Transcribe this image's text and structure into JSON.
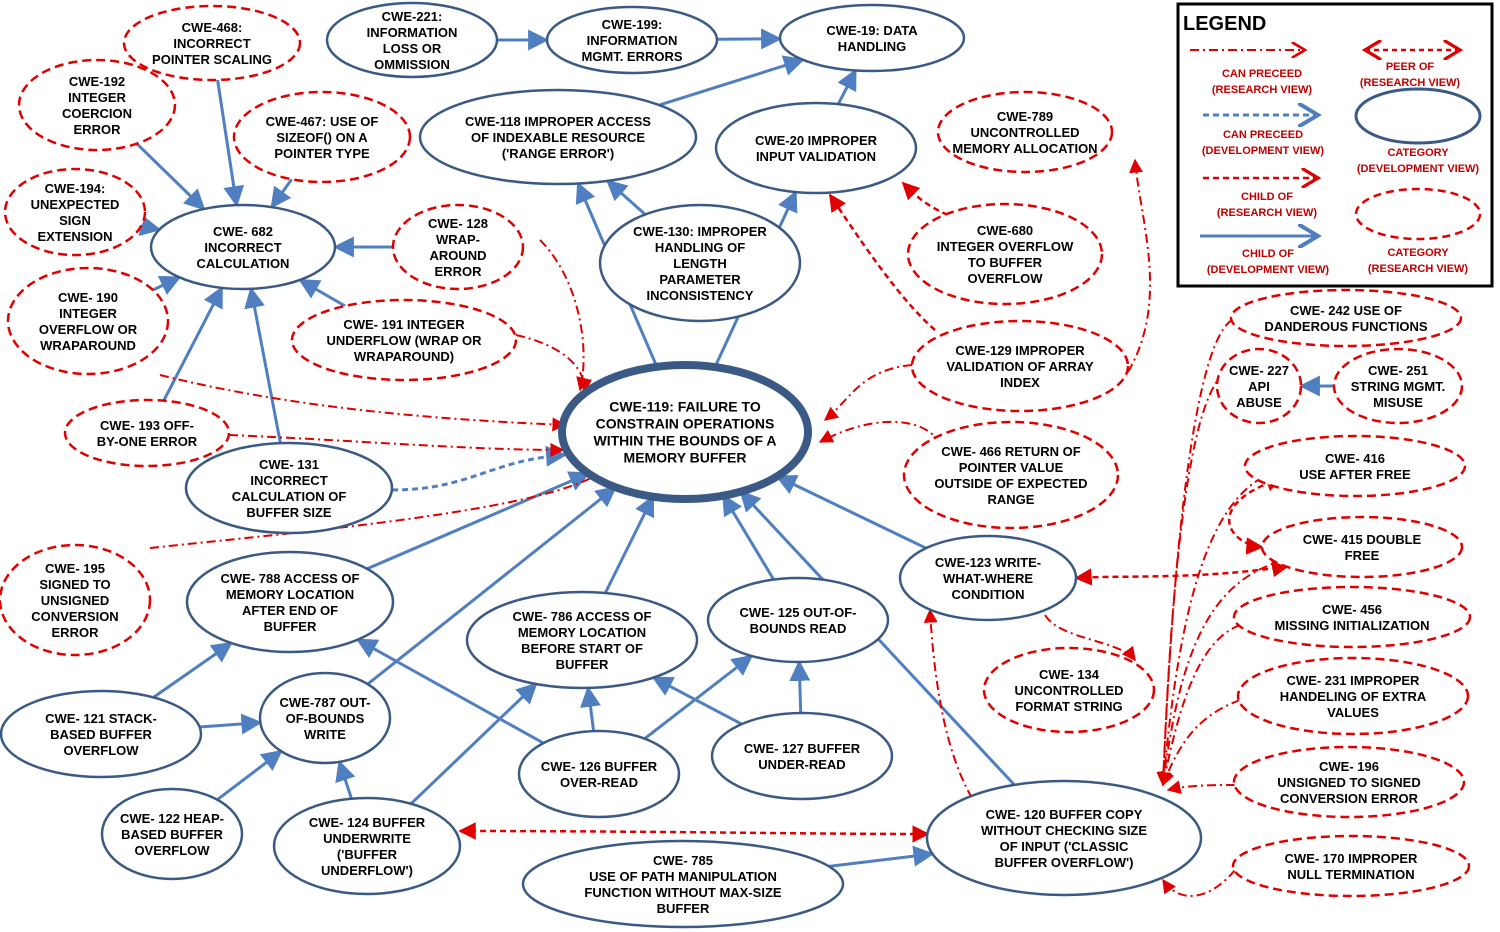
{
  "colors": {
    "blue_stroke": "#3a5a85",
    "blue_edge": "#4f7fc0",
    "dev_precede": "#4f7fc0",
    "red": "#e00000",
    "legend_text": "#c00000"
  },
  "legend": {
    "title": "LEGEND",
    "items": [
      {
        "id": "can-preceed-research",
        "lines": [
          "CAN PRECEED",
          "(RESEARCH VIEW)"
        ]
      },
      {
        "id": "peer-of-research",
        "lines": [
          "PEER OF",
          "(RESEARCH VIEW)"
        ]
      },
      {
        "id": "can-preceed-development",
        "lines": [
          "CAN PRECEED",
          "(DEVELOPMENT  VIEW)"
        ]
      },
      {
        "id": "category-development",
        "lines": [
          "CATEGORY",
          "(DEVELOPMENT VIEW)"
        ]
      },
      {
        "id": "child-of-research",
        "lines": [
          "CHILD OF",
          "(RESEARCH VIEW)"
        ]
      },
      {
        "id": "category-research",
        "lines": [
          "CATEGORY",
          "(RESEARCH VIEW)"
        ]
      },
      {
        "id": "child-of-development",
        "lines": [
          "CHILD OF",
          "(DEVELOPMENT VIEW)"
        ]
      }
    ]
  },
  "nodes": [
    {
      "id": "cwe468",
      "style": "research",
      "lines": [
        "CWE-468:",
        "INCORRECT",
        "POINTER SCALING"
      ]
    },
    {
      "id": "cwe221",
      "style": "dev",
      "lines": [
        "CWE-221:",
        "INFORMATION",
        "LOSS OR",
        "OMMISSION"
      ]
    },
    {
      "id": "cwe199",
      "style": "dev",
      "lines": [
        "CWE-199:",
        "INFORMATION",
        "MGMT. ERRORS"
      ]
    },
    {
      "id": "cwe19",
      "style": "dev",
      "lines": [
        "CWE-19: DATA",
        "HANDLING"
      ]
    },
    {
      "id": "cwe192",
      "style": "research",
      "lines": [
        "CWE-192",
        "INTEGER",
        "COERCION",
        "ERROR"
      ]
    },
    {
      "id": "cwe467",
      "style": "research",
      "lines": [
        "CWE-467: USE OF",
        "SIZEOF() ON A",
        "POINTER TYPE"
      ]
    },
    {
      "id": "cwe118",
      "style": "dev",
      "lines": [
        "CWE-118 IMPROPER ACCESS",
        "OF INDEXABLE RESOURCE",
        "('RANGE ERROR')"
      ]
    },
    {
      "id": "cwe20",
      "style": "dev",
      "lines": [
        "CWE-20 IMPROPER",
        "INPUT VALIDATION"
      ]
    },
    {
      "id": "cwe789",
      "style": "research",
      "lines": [
        "CWE-789",
        "UNCONTROLLED",
        "MEMORY ALLOCATION"
      ]
    },
    {
      "id": "cwe194",
      "style": "research",
      "lines": [
        "CWE-194:",
        "UNEXPECTED",
        "SIGN",
        "EXTENSION"
      ]
    },
    {
      "id": "cwe682",
      "style": "dev",
      "lines": [
        "CWE- 682",
        "INCORRECT",
        "CALCULATION"
      ]
    },
    {
      "id": "cwe128",
      "style": "research",
      "lines": [
        "CWE- 128",
        "WRAP-",
        "AROUND",
        "ERROR"
      ]
    },
    {
      "id": "cwe130",
      "style": "dev",
      "lines": [
        "CWE-130: IMPROPER",
        "HANDLING OF",
        "LENGTH",
        "PARAMETER",
        "INCONSISTENCY"
      ]
    },
    {
      "id": "cwe680",
      "style": "research",
      "lines": [
        "CWE-680",
        "INTEGER OVERFLOW",
        "TO BUFFER",
        "OVERFLOW"
      ]
    },
    {
      "id": "cwe190",
      "style": "research",
      "lines": [
        "CWE- 190",
        "INTEGER",
        "OVERFLOW OR",
        "WRAPAROUND"
      ]
    },
    {
      "id": "cwe191",
      "style": "research",
      "lines": [
        "CWE- 191 INTEGER",
        "UNDERFLOW (WRAP OR",
        "WRAPAROUND)"
      ]
    },
    {
      "id": "cwe242",
      "style": "research",
      "lines": [
        "CWE-  242 USE OF",
        "DANDEROUS FUNCTIONS"
      ]
    },
    {
      "id": "cwe129",
      "style": "research",
      "lines": [
        "CWE-129 IMPROPER",
        "VALIDATION OF ARRAY",
        "INDEX"
      ]
    },
    {
      "id": "cwe227",
      "style": "research",
      "lines": [
        "CWE- 227",
        "API",
        "ABUSE"
      ]
    },
    {
      "id": "cwe251",
      "style": "research",
      "lines": [
        "CWE- 251",
        "STRING MGMT.",
        "MISUSE"
      ]
    },
    {
      "id": "cwe119",
      "style": "main",
      "lines": [
        "CWE-119: FAILURE TO",
        "CONSTRAIN OPERATIONS",
        "WITHIN THE BOUNDS OF A",
        "MEMORY BUFFER"
      ]
    },
    {
      "id": "cwe193",
      "style": "research",
      "lines": [
        "CWE- 193 OFF-",
        "BY-ONE ERROR"
      ]
    },
    {
      "id": "cwe466",
      "style": "research",
      "lines": [
        "CWE- 466 RETURN OF",
        "POINTER VALUE",
        "OUTSIDE OF EXPECTED",
        "RANGE"
      ]
    },
    {
      "id": "cwe416",
      "style": "research",
      "lines": [
        "CWE- 416",
        "USE AFTER FREE"
      ]
    },
    {
      "id": "cwe131",
      "style": "dev",
      "lines": [
        "CWE- 131",
        "INCORRECT",
        "CALCULATION OF",
        "BUFFER SIZE"
      ]
    },
    {
      "id": "cwe415",
      "style": "research",
      "lines": [
        "CWE- 415 DOUBLE",
        "FREE"
      ]
    },
    {
      "id": "cwe195",
      "style": "research",
      "lines": [
        "CWE- 195",
        "SIGNED  TO",
        "UNSIGNED",
        "CONVERSION",
        "ERROR"
      ]
    },
    {
      "id": "cwe788",
      "style": "dev",
      "lines": [
        "CWE- 788 ACCESS OF",
        "MEMORY LOCATION",
        "AFTER END OF",
        "BUFFER"
      ]
    },
    {
      "id": "cwe123",
      "style": "dev",
      "lines": [
        "CWE-123 WRITE-",
        "WHAT-WHERE",
        "CONDITION"
      ]
    },
    {
      "id": "cwe786",
      "style": "dev",
      "lines": [
        "CWE- 786 ACCESS OF",
        "MEMORY LOCATION",
        "BEFORE START OF",
        "BUFFER"
      ]
    },
    {
      "id": "cwe125",
      "style": "dev",
      "lines": [
        "CWE- 125 OUT-OF-",
        "BOUNDS READ"
      ]
    },
    {
      "id": "cwe456",
      "style": "research",
      "lines": [
        "CWE- 456",
        "MISSING INITIALIZATION"
      ]
    },
    {
      "id": "cwe134",
      "style": "research",
      "lines": [
        "CWE- 134",
        "UNCONTROLLED",
        "FORMAT STRING"
      ]
    },
    {
      "id": "cwe121",
      "style": "dev",
      "lines": [
        "CWE- 121 STACK-",
        "BASED BUFFER",
        "OVERFLOW"
      ]
    },
    {
      "id": "cwe787",
      "style": "dev",
      "lines": [
        "CWE-787 OUT-",
        "OF-BOUNDS",
        "WRITE"
      ]
    },
    {
      "id": "cwe231",
      "style": "research",
      "lines": [
        "CWE- 231 IMPROPER",
        "HANDELING OF EXTRA",
        "VALUES"
      ]
    },
    {
      "id": "cwe126",
      "style": "dev",
      "lines": [
        "CWE- 126 BUFFER",
        "OVER-READ"
      ]
    },
    {
      "id": "cwe127",
      "style": "dev",
      "lines": [
        "CWE- 127 BUFFER",
        "UNDER-READ"
      ]
    },
    {
      "id": "cwe196",
      "style": "research",
      "lines": [
        "CWE- 196",
        "UNSIGNED TO SIGNED",
        "CONVERSION ERROR"
      ]
    },
    {
      "id": "cwe122",
      "style": "dev",
      "lines": [
        "CWE- 122 HEAP-",
        "BASED BUFFER",
        "OVERFLOW"
      ]
    },
    {
      "id": "cwe124",
      "style": "dev",
      "lines": [
        "CWE- 124 BUFFER",
        "UNDERWRITE",
        "('BUFFER",
        "UNDERFLOW')"
      ]
    },
    {
      "id": "cwe120",
      "style": "dev",
      "lines": [
        "CWE- 120 BUFFER COPY",
        "WITHOUT CHECKING SIZE",
        "OF INPUT ('CLASSIC",
        "BUFFER OVERFLOW')"
      ]
    },
    {
      "id": "cwe785",
      "style": "dev",
      "lines": [
        "CWE- 785",
        "USE OF PATH MANIPULATION",
        "FUNCTION WITHOUT MAX-SIZE",
        "BUFFER"
      ]
    },
    {
      "id": "cwe170",
      "style": "research",
      "lines": [
        "CWE- 170 IMPROPER",
        "NULL TERMINATION"
      ]
    }
  ],
  "edges": [
    {
      "from": "cwe221",
      "to": "cwe199",
      "type": "child-dev"
    },
    {
      "from": "cwe199",
      "to": "cwe19",
      "type": "child-dev"
    },
    {
      "from": "cwe118",
      "to": "cwe19",
      "type": "child-dev"
    },
    {
      "from": "cwe20",
      "to": "cwe19",
      "type": "child-dev"
    },
    {
      "from": "cwe468",
      "to": "cwe682",
      "type": "child-dev"
    },
    {
      "from": "cwe192",
      "to": "cwe682",
      "type": "child-dev"
    },
    {
      "from": "cwe467",
      "to": "cwe682",
      "type": "child-dev"
    },
    {
      "from": "cwe194",
      "to": "cwe682",
      "type": "child-dev"
    },
    {
      "from": "cwe128",
      "to": "cwe682",
      "type": "child-dev"
    },
    {
      "from": "cwe190",
      "to": "cwe682",
      "type": "child-dev"
    },
    {
      "from": "cwe191",
      "to": "cwe682",
      "type": "child-dev"
    },
    {
      "from": "cwe193",
      "to": "cwe682",
      "type": "child-dev"
    },
    {
      "from": "cwe131",
      "to": "cwe682",
      "type": "child-dev"
    },
    {
      "from": "cwe130",
      "to": "cwe118",
      "type": "child-dev"
    },
    {
      "from": "cwe119",
      "to": "cwe118",
      "type": "child-dev"
    },
    {
      "from": "cwe119",
      "to": "cwe20",
      "type": "child-dev"
    },
    {
      "from": "cwe251",
      "to": "cwe227",
      "type": "child-dev"
    },
    {
      "from": "cwe788",
      "to": "cwe119",
      "type": "child-dev"
    },
    {
      "from": "cwe787",
      "to": "cwe119",
      "type": "child-dev"
    },
    {
      "from": "cwe786",
      "to": "cwe119",
      "type": "child-dev"
    },
    {
      "from": "cwe125",
      "to": "cwe119",
      "type": "child-dev"
    },
    {
      "from": "cwe120",
      "to": "cwe119",
      "type": "child-dev"
    },
    {
      "from": "cwe123",
      "to": "cwe119",
      "type": "child-dev"
    },
    {
      "from": "cwe121",
      "to": "cwe788",
      "type": "child-dev"
    },
    {
      "from": "cwe126",
      "to": "cwe788",
      "type": "child-dev"
    },
    {
      "from": "cwe121",
      "to": "cwe787",
      "type": "child-dev"
    },
    {
      "from": "cwe122",
      "to": "cwe787",
      "type": "child-dev"
    },
    {
      "from": "cwe124",
      "to": "cwe787",
      "type": "child-dev"
    },
    {
      "from": "cwe124",
      "to": "cwe786",
      "type": "child-dev"
    },
    {
      "from": "cwe126",
      "to": "cwe786",
      "type": "child-dev"
    },
    {
      "from": "cwe127",
      "to": "cwe786",
      "type": "child-dev"
    },
    {
      "from": "cwe126",
      "to": "cwe125",
      "type": "child-dev"
    },
    {
      "from": "cwe127",
      "to": "cwe125",
      "type": "child-dev"
    },
    {
      "from": "cwe785",
      "to": "cwe120",
      "type": "child-dev"
    },
    {
      "from": "cwe131",
      "to": "cwe119",
      "type": "precede-dev"
    },
    {
      "from": "cwe680",
      "to": "cwe20",
      "type": "child-res"
    },
    {
      "from": "cwe129",
      "to": "cwe20",
      "type": "child-res"
    },
    {
      "from": "cwe128",
      "to": "cwe119",
      "type": "precede-res"
    },
    {
      "from": "cwe191",
      "to": "cwe119",
      "type": "precede-res"
    },
    {
      "from": "cwe190",
      "to": "cwe119",
      "type": "precede-res"
    },
    {
      "from": "cwe193",
      "to": "cwe119",
      "type": "precede-res"
    },
    {
      "from": "cwe195",
      "to": "cwe119",
      "type": "precede-res"
    },
    {
      "from": "cwe129",
      "to": "cwe119",
      "type": "precede-res"
    },
    {
      "from": "cwe466",
      "to": "cwe119",
      "type": "precede-res"
    },
    {
      "from": "cwe129",
      "to": "cwe789",
      "type": "precede-res"
    },
    {
      "from": "cwe120",
      "to": "cwe123",
      "type": "precede-res"
    },
    {
      "from": "cwe123",
      "to": "cwe134",
      "type": "precede-res"
    },
    {
      "from": "cwe242",
      "to": "cwe120",
      "type": "precede-res"
    },
    {
      "from": "cwe227",
      "to": "cwe120",
      "type": "precede-res"
    },
    {
      "from": "cwe416",
      "to": "cwe120",
      "type": "precede-res"
    },
    {
      "from": "cwe415",
      "to": "cwe120",
      "type": "precede-res"
    },
    {
      "from": "cwe456",
      "to": "cwe120",
      "type": "precede-res"
    },
    {
      "from": "cwe231",
      "to": "cwe120",
      "type": "precede-res"
    },
    {
      "from": "cwe196",
      "to": "cwe120",
      "type": "precede-res"
    },
    {
      "from": "cwe170",
      "to": "cwe120",
      "type": "precede-res"
    },
    {
      "from": "cwe416",
      "to": "cwe415",
      "type": "peer-res"
    },
    {
      "from": "cwe415",
      "to": "cwe123",
      "type": "peer-res"
    },
    {
      "from": "cwe124",
      "to": "cwe120",
      "type": "peer-res"
    }
  ]
}
